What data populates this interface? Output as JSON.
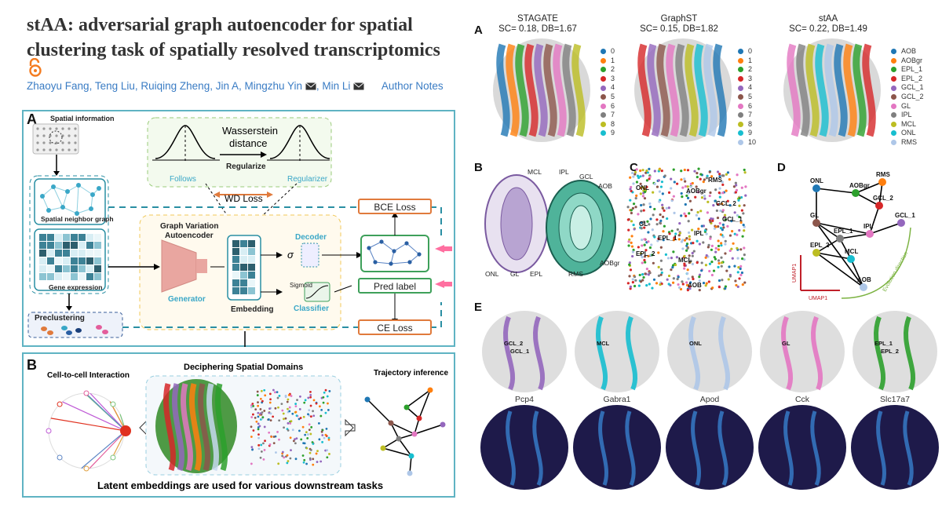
{
  "paper": {
    "title": "stAA: adversarial graph autoencoder for spatial clustering task of spatially resolved transcriptomics",
    "authors": [
      "Zhaoyu Fang",
      "Teng Liu",
      "Ruiqing Zheng",
      "Jin A",
      "Mingzhu Yin",
      "Min Li"
    ],
    "author_notes": "Author Notes"
  },
  "figure_left": {
    "panel_a": {
      "label": "A",
      "spatial_information": "Spatial information",
      "spatial_neighbor_graph": "Spatial neighbor graph",
      "gene_expression": "Gene expression",
      "preclustering": "Preclustering",
      "wasserstein": "Wasserstein",
      "distance": "distance",
      "regularize": "Regularize",
      "follows": "Follows",
      "regularizer": "Regularizer",
      "wd_loss": "WD Loss",
      "gva_line1": "Graph Variation",
      "gva_line2": "Autoencoder",
      "generator": "Generator",
      "embedding": "Embedding",
      "decoder": "Decoder",
      "sigma": "σ",
      "sigmoid": "Sigmoid",
      "classifier": "Classifier",
      "bce_loss": "BCE Loss",
      "pred_label": "Pred label",
      "ce_loss": "CE Loss"
    },
    "panel_b": {
      "label": "B",
      "cell_interaction": "Cell-to-cell Interaction",
      "deciphering": "Deciphering Spatial Domains",
      "trajectory": "Trajectory inference",
      "footer": "Latent embeddings are used for various downstream tasks"
    }
  },
  "figure_right": {
    "labels": {
      "a": "A",
      "b": "B",
      "c": "C",
      "d": "D",
      "e": "E"
    },
    "methods": [
      {
        "name": "STAGATE",
        "metrics": "SC= 0.18, DB=1.67"
      },
      {
        "name": "GraphST",
        "metrics": "SC= 0.15, DB=1.82"
      },
      {
        "name": "stAA",
        "metrics": "SC= 0.22, DB=1.49"
      }
    ],
    "legend_stagate": [
      "0",
      "1",
      "2",
      "3",
      "4",
      "5",
      "6",
      "7",
      "8",
      "9"
    ],
    "legend_graphst": [
      "0",
      "1",
      "2",
      "3",
      "4",
      "5",
      "6",
      "7",
      "8",
      "9",
      "10"
    ],
    "legend_staa": [
      "AOB",
      "AOBgr",
      "EPL_1",
      "EPL_2",
      "GCL_1",
      "GCL_2",
      "GL",
      "IPL",
      "MCL",
      "ONL",
      "RMS"
    ],
    "legend_colors": [
      "#1f77b4",
      "#ff7f0e",
      "#2ca02c",
      "#d62728",
      "#9467bd",
      "#8c564b",
      "#e377c2",
      "#7f7f7f",
      "#bcbd22",
      "#17becf",
      "#aec7e8"
    ],
    "anatomy_labels": [
      "MCL",
      "IPL",
      "GCL",
      "AOB",
      "ONL",
      "GL",
      "EPL",
      "RMS",
      "AOBgr"
    ],
    "umap_labels": [
      "ONL",
      "RMS",
      "AOBgr",
      "GCL_2",
      "GCL_1",
      "GL",
      "IPL",
      "EPL_1",
      "EPL_2",
      "MCL",
      "AOB"
    ],
    "trajectory_labels": [
      "ONL",
      "RMS",
      "AOBgr",
      "GCL_2",
      "GCL_1",
      "GL",
      "IPL",
      "EPL_1",
      "EPL_2",
      "MCL",
      "AOB"
    ],
    "umap_axis": "UMAP1",
    "umap_axis_y": "UMAP1",
    "evolution_direction": "Evolution direction",
    "genes": [
      "Pcp4",
      "Gabra1",
      "Apod",
      "Cck",
      "Slc17a7"
    ],
    "gene_region_labels": [
      [
        "GCL_2",
        "GCL_1"
      ],
      [
        "MCL"
      ],
      [
        "ONL"
      ],
      [
        "GL"
      ],
      [
        "EPL_1",
        "EPL_2"
      ]
    ]
  }
}
